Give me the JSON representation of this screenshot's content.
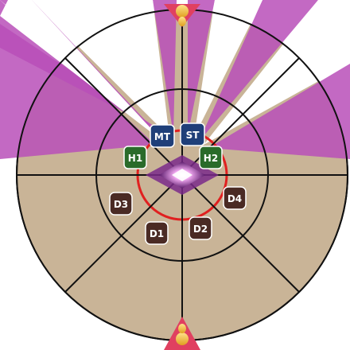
{
  "arena": {
    "floor_color": "#c9b497",
    "ring_line_color": "#111111",
    "cone_color": "#b94fb8",
    "marker_red": "#e02020",
    "marker_gold": "#f3c23a"
  },
  "tokens": {
    "mt": {
      "label": "MT",
      "role": "tank",
      "color": "#1f3f79"
    },
    "st": {
      "label": "ST",
      "role": "tank",
      "color": "#1f3f79"
    },
    "h1": {
      "label": "H1",
      "role": "healer",
      "color": "#2a6b2a"
    },
    "h2": {
      "label": "H2",
      "role": "healer",
      "color": "#2a6b2a"
    },
    "d1": {
      "label": "D1",
      "role": "dps",
      "color": "#4a2a24"
    },
    "d2": {
      "label": "D2",
      "role": "dps",
      "color": "#4a2a24"
    },
    "d3": {
      "label": "D3",
      "role": "dps",
      "color": "#4a2a24"
    },
    "d4": {
      "label": "D4",
      "role": "dps",
      "color": "#4a2a24"
    }
  }
}
